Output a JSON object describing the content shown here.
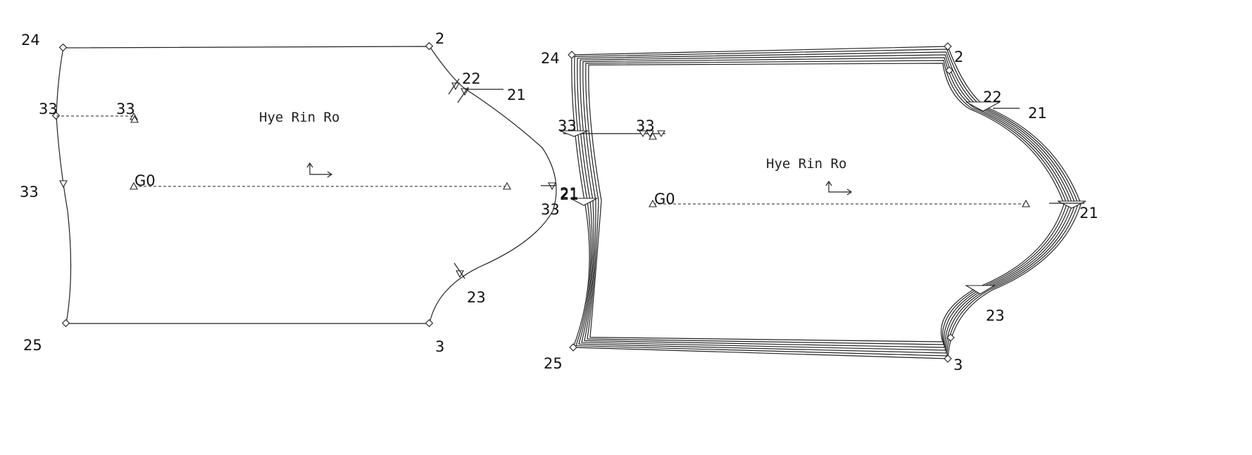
{
  "pattern_name": "Hye Rin Ro",
  "grain_label": "G0",
  "left_piece": {
    "labels": {
      "p24": "24",
      "p2": "2",
      "p22": "22",
      "p21": "21",
      "p33a": "33",
      "p33b": "33",
      "p33c": "33",
      "p33d": "33",
      "p21b": "21",
      "p23": "23",
      "p25": "25",
      "p3": "3"
    }
  },
  "right_piece": {
    "labels": {
      "p24": "24",
      "p2": "2",
      "p22": "22",
      "p21": "21",
      "p33a": "33",
      "p33b": "33",
      "p21b": "21",
      "p21c": "21",
      "p23": "23",
      "p25": "25",
      "p3": "3"
    }
  }
}
